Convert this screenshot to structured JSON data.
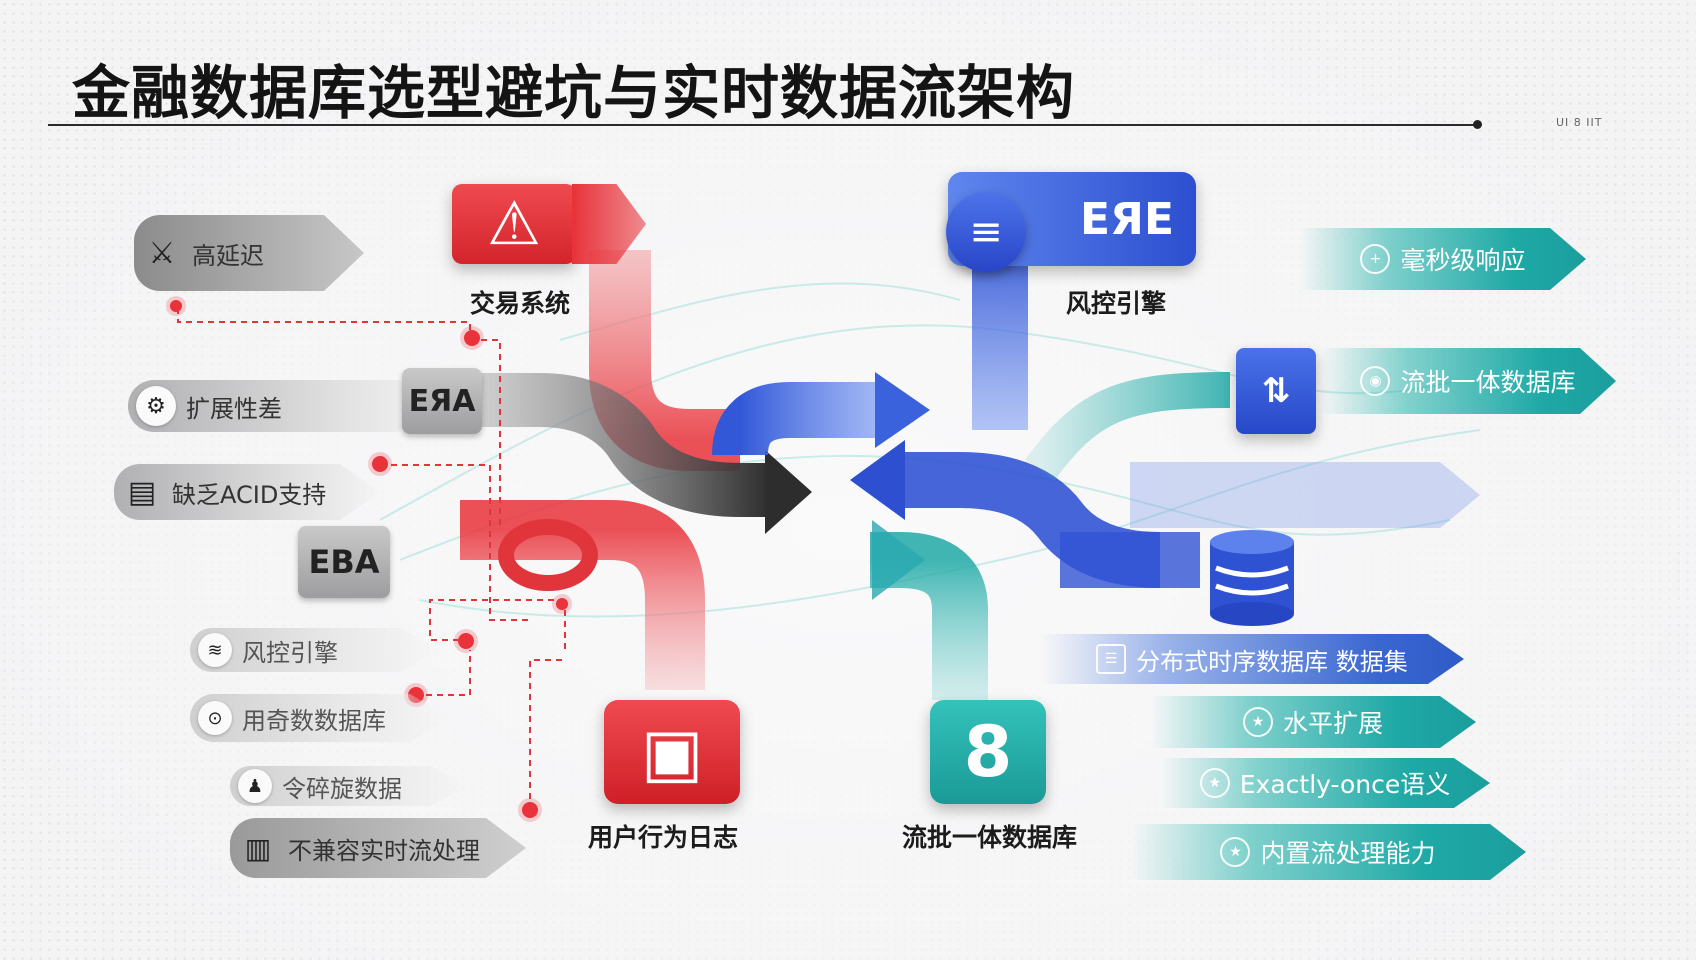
{
  "title": "金融数据库选型避坑与实时数据流架构",
  "corner_tag": "UI 8 IIT",
  "left_issues": [
    {
      "label": "高延迟",
      "icon": "⚔"
    },
    {
      "label": "扩展性差",
      "icon": "⚙"
    },
    {
      "label": "缺乏ACID支持",
      "icon": "▤"
    },
    {
      "label": "风控引擎",
      "icon": "≋"
    },
    {
      "label": "用奇数数据库",
      "icon": "⊙"
    },
    {
      "label": "令碎旋数据",
      "icon": "♟"
    },
    {
      "label": "不兼容实时流处理",
      "icon": "▥"
    }
  ],
  "grey_boxes": [
    "ЕЯА",
    "ЕВА"
  ],
  "sources": {
    "trading": {
      "label": "交易系统",
      "icon": "⚠"
    },
    "behavior": {
      "label": "用户行为日志",
      "icon": "▣"
    }
  },
  "targets": {
    "risk": {
      "label": "风控引擎",
      "icon": "ЕЯЕ",
      "badge": "≡"
    },
    "unified": {
      "label": "流批一体数据库",
      "icon": "8"
    },
    "tsdb": {
      "label": "分布式时序数据库 数据集",
      "icon": "☰"
    }
  },
  "benefits": [
    {
      "label": "毫秒级响应",
      "icon": "+"
    },
    {
      "label": "流批一体数据库",
      "icon": "◉"
    },
    {
      "label": "水平扩展",
      "icon": "★"
    },
    {
      "label": "Exactly-once语义",
      "icon": "★"
    },
    {
      "label": "内置流处理能力",
      "icon": "★"
    }
  ],
  "colors": {
    "red": "#e8333a",
    "blue": "#3258d8",
    "teal": "#1fa9a6",
    "grey": "#8d8d8f",
    "dark": "#2a2a2a"
  }
}
